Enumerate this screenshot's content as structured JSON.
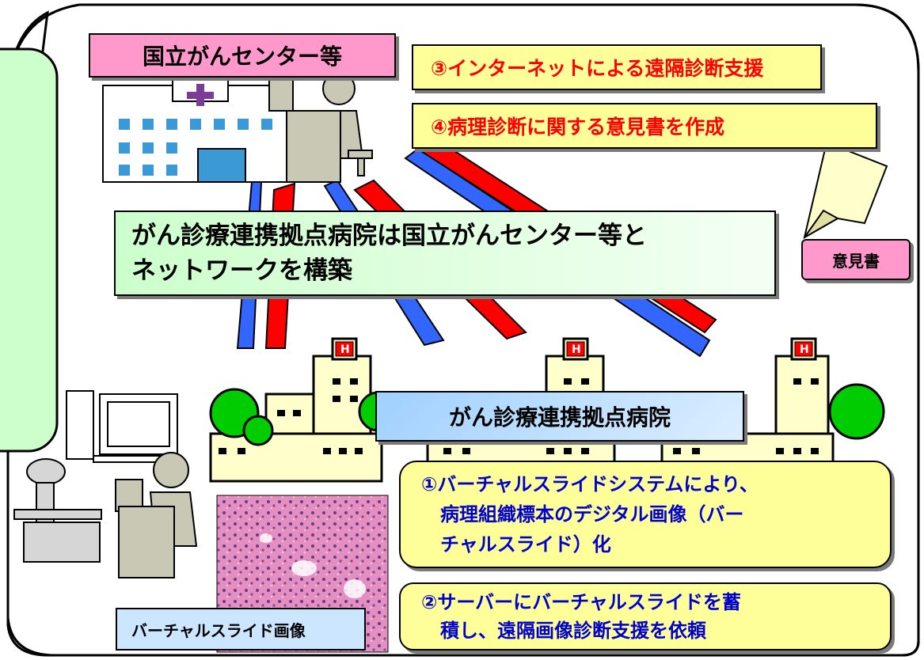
{
  "title_label": "国立がんセンター等",
  "step3": "③インターネットによる遠隔診断支援",
  "step4": "④病理診断に関する意見書を作成",
  "center_text": [
    "がん診療連携拠点病院は国立がんセンター等と",
    "ネットワークを構築"
  ],
  "opinion_label": "意見書",
  "hospital_label": "がん診療連携拠点病院",
  "step1": [
    "①バーチャルスライドシステムにより、",
    "病理組織標本のデジタル画像（バー",
    "チャルスライド）化"
  ],
  "step2": [
    "②サーバーにバーチャルスライドを蓄",
    "積し、遠隔画像診断支援を依頼"
  ],
  "vs_label": "バーチャルスライド画像",
  "colors": {
    "red_text": "#ff0000",
    "pink": "#ff99cc",
    "yellow": "#ffff99",
    "green": "#ccffcc",
    "light_blue": "#99ccff",
    "red_beam": "#ff0000",
    "blue_beam": "#3366ff"
  }
}
